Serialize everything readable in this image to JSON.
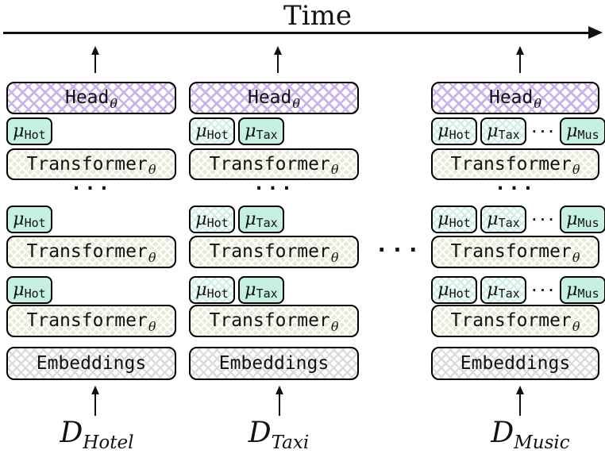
{
  "diagram": {
    "time_label": "Time",
    "column_gap_dots": "···",
    "layer_stack_dots": "···"
  },
  "labels": {
    "head": "Head",
    "transformer": "Transformer",
    "embeddings": "Embeddings",
    "theta": "θ"
  },
  "colors": {
    "head_hatch": "#cab1e7",
    "transformer_fill": "#e8ead6",
    "embeddings_hatch": "#dadada",
    "adapter_active_fill": "#c6f1e2",
    "adapter_frozen_hatch": "#cdeee6",
    "line": "#111111"
  },
  "columns": [
    {
      "id": "hotel",
      "dataset": {
        "symbol": "D",
        "sub": "Hotel"
      },
      "adapters": [
        {
          "mu": "μ",
          "sub": "Hot",
          "state": "active"
        }
      ]
    },
    {
      "id": "taxi",
      "dataset": {
        "symbol": "D",
        "sub": "Taxi"
      },
      "adapters": [
        {
          "mu": "μ",
          "sub": "Hot",
          "state": "frozen"
        },
        {
          "mu": "μ",
          "sub": "Tax",
          "state": "active"
        }
      ]
    },
    {
      "id": "music",
      "dataset": {
        "symbol": "D",
        "sub": "Music"
      },
      "adapters": [
        {
          "mu": "μ",
          "sub": "Hot",
          "state": "frozen"
        },
        {
          "mu": "μ",
          "sub": "Tax",
          "state": "frozen"
        },
        {
          "dots": "···"
        },
        {
          "mu": "μ",
          "sub": "Mus",
          "state": "active"
        }
      ]
    }
  ]
}
